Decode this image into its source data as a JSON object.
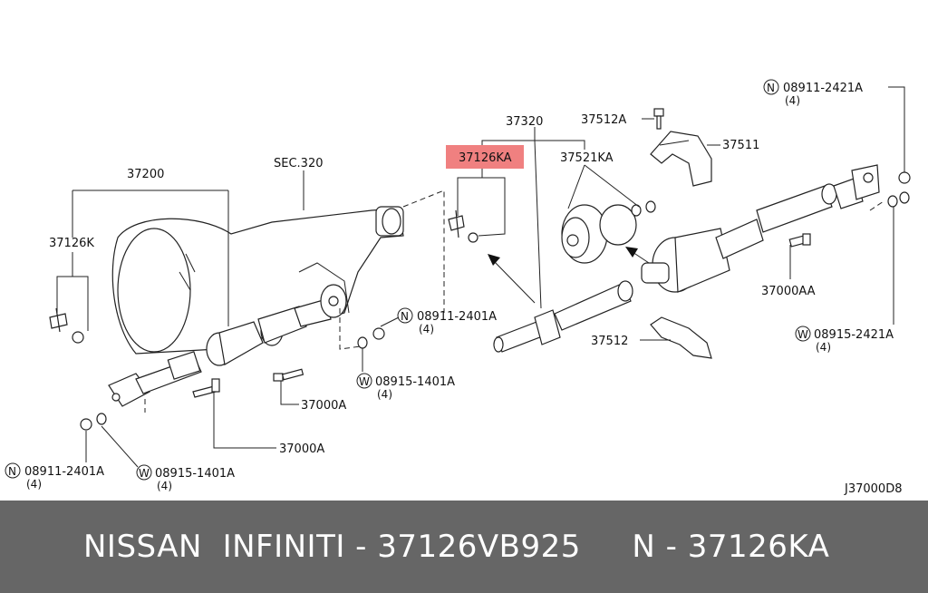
{
  "diagram": {
    "labels": {
      "sec": "SEC.320",
      "p37200": "37200",
      "p37126k": "37126K",
      "p37126ka": "37126KA",
      "p37320": "37320",
      "p37512a": "37512A",
      "p37511": "37511",
      "p37521ka": "37521KA",
      "p37512": "37512",
      "p37000aa": "37000AA",
      "p37000a_mid": "37000A",
      "p37000a_low": "37000A",
      "code_ref": "J37000D8"
    },
    "fasteners": {
      "n_top_right": {
        "symbol": "N",
        "part": "08911-2421A",
        "qty": "(4)"
      },
      "w_right": {
        "symbol": "W",
        "part": "08915-2421A",
        "qty": "(4)"
      },
      "n_mid": {
        "symbol": "N",
        "part": "08911-2401A",
        "qty": "(4)"
      },
      "w_mid": {
        "symbol": "W",
        "part": "08915-1401A",
        "qty": "(4)"
      },
      "n_left": {
        "symbol": "N",
        "part": "08911-2401A",
        "qty": "(4)"
      },
      "w_left": {
        "symbol": "W",
        "part": "08915-1401A",
        "qty": "(4)"
      }
    },
    "highlight_color": "#f08080"
  },
  "footer": {
    "text": "NISSAN  INFINITI - 37126VB925     N - 37126KA"
  }
}
